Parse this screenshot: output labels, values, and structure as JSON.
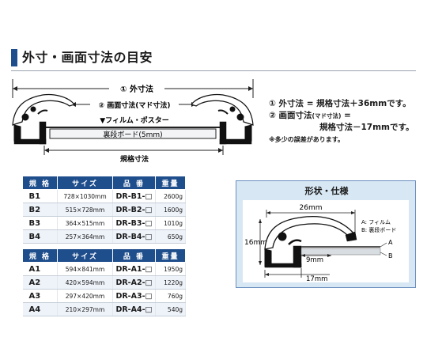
{
  "header": {
    "title": "外寸・画面寸法の目安"
  },
  "diagram": {
    "outer_label": "① 外寸法",
    "screen_label": "② 画面寸法(マド寸法)",
    "film_label": "▼フィルム・ポスター",
    "backboard_label": "裏段ボード(5mm)",
    "standard_label": "規格寸法"
  },
  "notes": {
    "line1": "① 外寸法 = 規格寸法＋36mmです。",
    "line2_prefix": "② 画面寸法",
    "line2_small": "(マド寸法)",
    "line2_suffix": " =",
    "line3": "規格寸法－17mmです。",
    "line4": "※多少の誤差があります。"
  },
  "table_b": {
    "headers": [
      "規 格",
      "サイズ",
      "品 番",
      "重量"
    ],
    "rows": [
      {
        "grade": "B1",
        "size": "728×1030mm",
        "code": "DR-B1-□",
        "weight": "2600g"
      },
      {
        "grade": "B2",
        "size": "515×728mm",
        "code": "DR-B2-□",
        "weight": "1600g"
      },
      {
        "grade": "B3",
        "size": "364×515mm",
        "code": "DR-B3-□",
        "weight": "1010g"
      },
      {
        "grade": "B4",
        "size": "257×364mm",
        "code": "DR-B4-□",
        "weight": "650g"
      }
    ]
  },
  "table_a": {
    "headers": [
      "規 格",
      "サイズ",
      "品 番",
      "重量"
    ],
    "rows": [
      {
        "grade": "A1",
        "size": "594×841mm",
        "code": "DR-A1-□",
        "weight": "1950g"
      },
      {
        "grade": "A2",
        "size": "420×594mm",
        "code": "DR-A2-□",
        "weight": "1220g"
      },
      {
        "grade": "A3",
        "size": "297×420mm",
        "code": "DR-A3-□",
        "weight": "760g"
      },
      {
        "grade": "A4",
        "size": "210×297mm",
        "code": "DR-A4-□",
        "weight": "540g"
      }
    ]
  },
  "shape_panel": {
    "title": "形状・仕様",
    "width_label": "26mm",
    "height_label": "16mm",
    "inner_label": "9mm",
    "bottom_label": "17mm",
    "legend_a": "A: フィルム",
    "legend_b": "B: 裏段ボード",
    "tag_a": "A",
    "tag_b": "B"
  },
  "colors": {
    "accent": "#1f4e8c",
    "panel": "#d8e7f4",
    "frame": "#111111"
  }
}
